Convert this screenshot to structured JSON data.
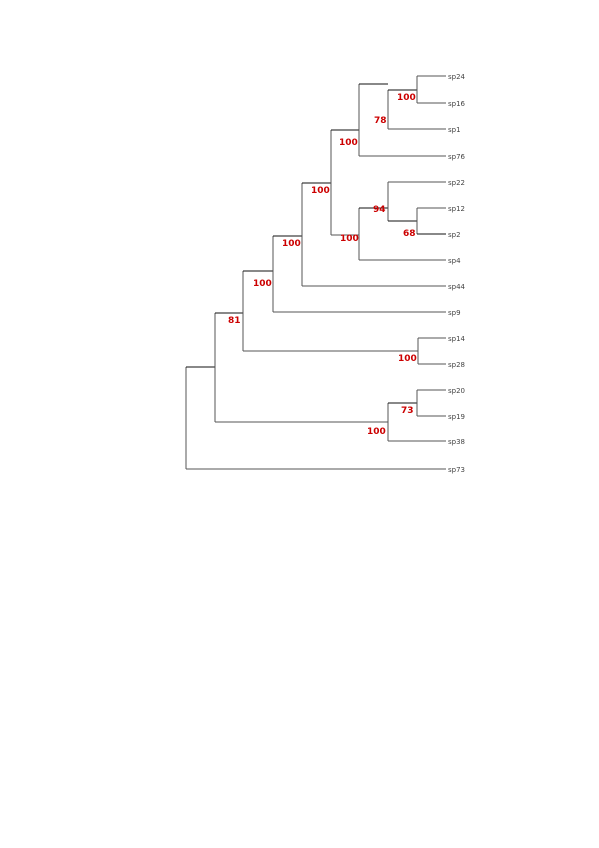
{
  "tree": {
    "taxa": [
      "sp24",
      "sp16",
      "sp1",
      "sp76",
      "sp22",
      "sp12",
      "sp2",
      "sp4",
      "sp44",
      "sp9",
      "sp14",
      "sp28",
      "sp20",
      "sp19",
      "sp38",
      "sp73"
    ],
    "bootstrap": {
      "n24_16": "100",
      "n24_1": "78",
      "n24_76": "100",
      "n22_4": "100",
      "n22_2": "94",
      "n12_2": "68",
      "n_ing": "100",
      "n_plus44": "100",
      "n_plus9": "100",
      "n_top": "81",
      "n14_28": "100",
      "n20_19": "73",
      "n20_38": "100"
    }
  }
}
